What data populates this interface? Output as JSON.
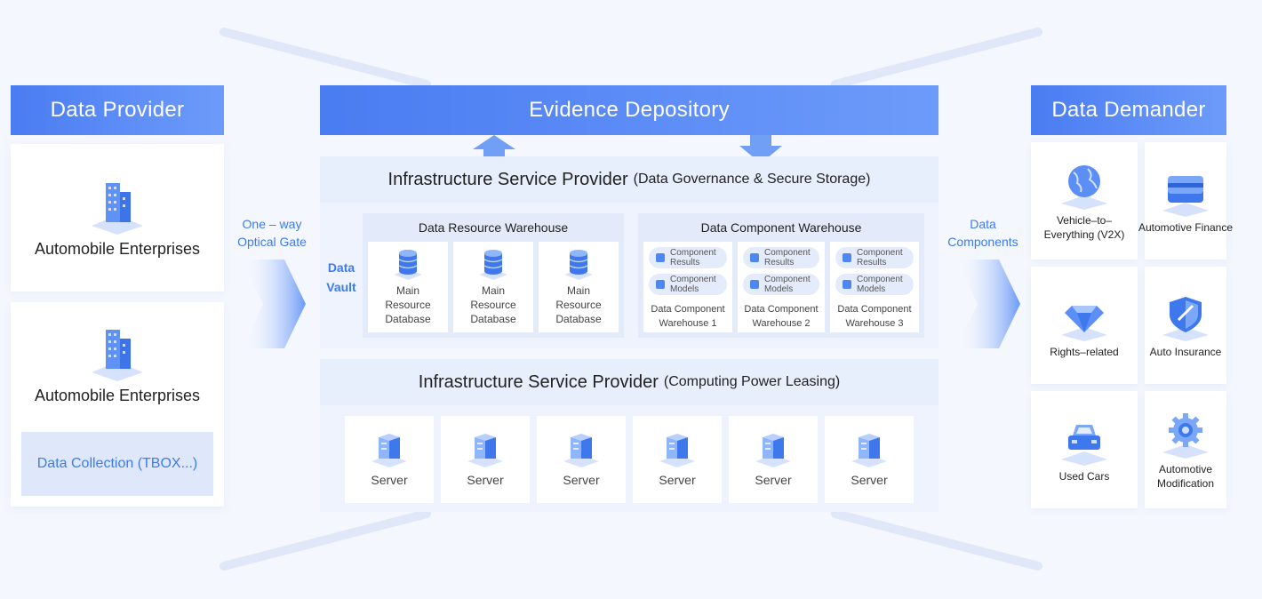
{
  "provider": {
    "title": "Data Provider",
    "card1_label": "Automobile Enterprises",
    "card2_label": "Automobile Enterprises",
    "collection_label": "Data Collection (TBOX...)"
  },
  "gate_left": {
    "line1": "One – way",
    "line2": "Optical Gate"
  },
  "gate_right": {
    "line1": "Data",
    "line2": "Components"
  },
  "depository": {
    "title": "Evidence Depository"
  },
  "governance": {
    "title_main": "Infrastructure Service Provider",
    "title_sub": "(Data Governance & Secure Storage)",
    "vault_line1": "Data",
    "vault_line2": "Vault",
    "resource_title": "Data Resource Warehouse",
    "resource_items": [
      {
        "l1": "Main",
        "l2": "Resource",
        "l3": "Database"
      },
      {
        "l1": "Main",
        "l2": "Resource",
        "l3": "Database"
      },
      {
        "l1": "Main",
        "l2": "Resource",
        "l3": "Database"
      }
    ],
    "component_title": "Data Component Warehouse",
    "component_items": [
      {
        "results1": "Component",
        "results2": "Results",
        "models1": "Component",
        "models2": "Models",
        "name1": "Data Component",
        "name2": "Warehouse 1"
      },
      {
        "results1": "Component",
        "results2": "Results",
        "models1": "Component",
        "models2": "Models",
        "name1": "Data Component",
        "name2": "Warehouse 2"
      },
      {
        "results1": "Component",
        "results2": "Results",
        "models1": "Component",
        "models2": "Models",
        "name1": "Data Component",
        "name2": "Warehouse 3"
      }
    ]
  },
  "computing": {
    "title_main": "Infrastructure Service Provider",
    "title_sub": "(Computing Power Leasing)",
    "servers": [
      "Server",
      "Server",
      "Server",
      "Server",
      "Server",
      "Server"
    ]
  },
  "demander": {
    "title": "Data Demander",
    "items": [
      {
        "l1": "Vehicle–to–",
        "l2": "Everything (V2X)",
        "icon": "globe-icon"
      },
      {
        "l1": "Automotive Finance",
        "l2": "",
        "icon": "card-icon"
      },
      {
        "l1": "Rights–related",
        "l2": "",
        "icon": "diamond-icon"
      },
      {
        "l1": "Auto Insurance",
        "l2": "",
        "icon": "shield-icon"
      },
      {
        "l1": "Used Cars",
        "l2": "",
        "icon": "car-icon"
      },
      {
        "l1": "Automotive",
        "l2": "Modification",
        "icon": "gear-icon"
      }
    ]
  },
  "colors": {
    "accent": "#4a7cf2",
    "accent_light": "#6d9bfa",
    "band": "#e7eefc",
    "text_blue": "#3d7bf0"
  }
}
